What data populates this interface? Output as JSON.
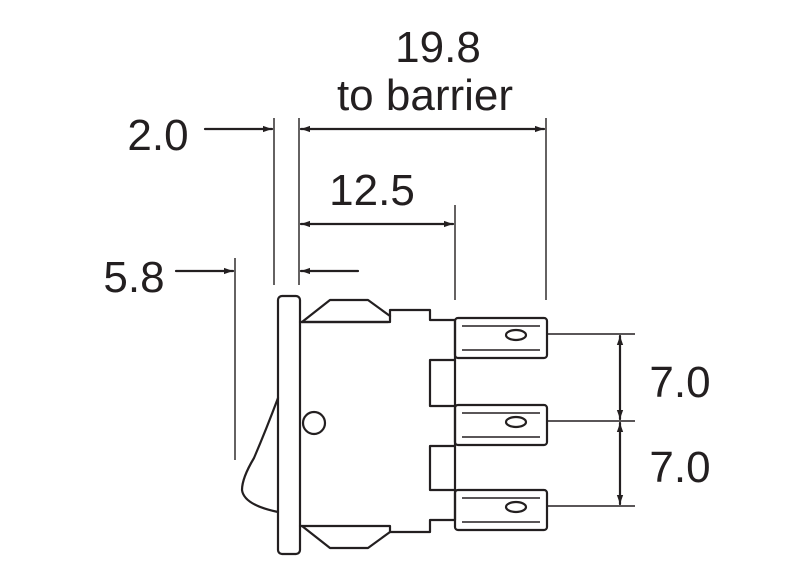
{
  "dimensions": {
    "overall": {
      "value": "19.8",
      "note": "to barrier"
    },
    "shoulder": {
      "value": "12.5"
    },
    "panel_gap": {
      "value": "2.0"
    },
    "rocker_offset": {
      "value": "5.8"
    },
    "terminal_pitch_upper": {
      "value": "7.0"
    },
    "terminal_pitch_lower": {
      "value": "7.0"
    }
  },
  "colors": {
    "ink": "#231f20",
    "background": "#ffffff"
  }
}
